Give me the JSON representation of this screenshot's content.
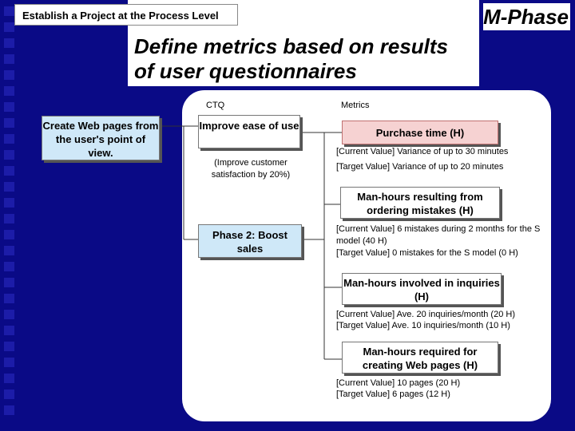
{
  "header": {
    "tag": "Establish a Project at the Process Level",
    "phase": "M-Phase",
    "title_line1": "Define metrics based on results",
    "title_line2": "of user questionnaires"
  },
  "columns": {
    "ctq": "CTQ",
    "metrics": "Metrics"
  },
  "source_box": "Create Web pages from the user's point of view.",
  "ctq": [
    {
      "label": "Improve ease of use",
      "note": "(Improve customer satisfaction by 20%)"
    },
    {
      "label": "Phase 2: Boost sales"
    }
  ],
  "metrics": [
    {
      "label": "Purchase time (H)",
      "current": "[Current Value]  Variance of up to 30 minutes",
      "target": "[Target Value]  Variance of up to 20 minutes"
    },
    {
      "label": "Man-hours resulting from ordering mistakes (H)",
      "current": "[Current Value]  6 mistakes during 2 months for the S model (40 H)",
      "target": "[Target Value]  0 mistakes for the S model (0 H)"
    },
    {
      "label": "Man-hours involved in inquiries (H)",
      "current": "[Current Value]  Ave. 20 inquiries/month (20 H)",
      "target": "[Target Value] Ave. 10 inquiries/month (10 H)"
    },
    {
      "label": "Man-hours required for creating Web pages (H)",
      "current": "[Current Value] 10 pages (20 H)",
      "target": "[Target Value]  6 pages (12 H)"
    }
  ],
  "colors": {
    "background": "#0a0a86",
    "ctq_fill": "#cfe8f8",
    "metric_fill": "#f6d2d2"
  }
}
